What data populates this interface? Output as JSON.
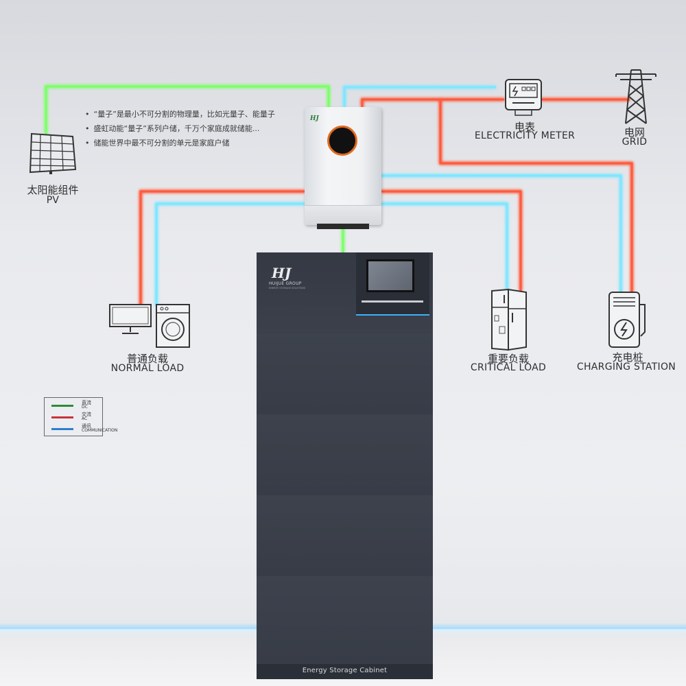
{
  "description_texts": {
    "bullets": [
      "“量子”是最小不可分割的物理量，比如光量子、能量子",
      "盛虹动能“量子”系列户储，千万个家庭成就储能...",
      "储能世界中最不可分割的单元是家庭户储"
    ]
  },
  "labels": {
    "pv": {
      "zh": "太阳能组件",
      "en": "PV"
    },
    "normal_load": {
      "zh": "普通负载",
      "en": "NORMAL LOAD"
    },
    "critical_load": {
      "zh": "重要负载",
      "en": "CRITICAL LOAD"
    },
    "meter": {
      "zh": "电表",
      "en": "ELECTRICITY METER"
    },
    "grid": {
      "zh": "电网",
      "en": "GRID"
    },
    "charging": {
      "zh": "充电桩",
      "en": "CHARGING STATION"
    }
  },
  "legend": {
    "items": [
      {
        "zh": "直流",
        "en": "DC",
        "color": "#2e8b3a"
      },
      {
        "zh": "交流",
        "en": "AC",
        "color": "#c8323a"
      },
      {
        "zh": "通讯",
        "en": "COMMUNICATION",
        "color": "#2c7fd0"
      }
    ]
  },
  "wire_colors": {
    "dc": "#7dff6a",
    "ac": "#ff5a3c",
    "comm": "#7fe6ff"
  },
  "inverter": {
    "logo": "HJ"
  },
  "cabinet": {
    "logo": "HJ",
    "brand": "HUIJUE GROUP",
    "sub": "ENERGY STORAGE SOLUTIONS",
    "footer": "Energy Storage Cabinet"
  },
  "icons": [
    "solar-panel-icon",
    "monitor-icon",
    "washing-machine-icon",
    "refrigerator-icon",
    "electricity-meter-icon",
    "transmission-tower-icon",
    "charging-station-icon"
  ]
}
